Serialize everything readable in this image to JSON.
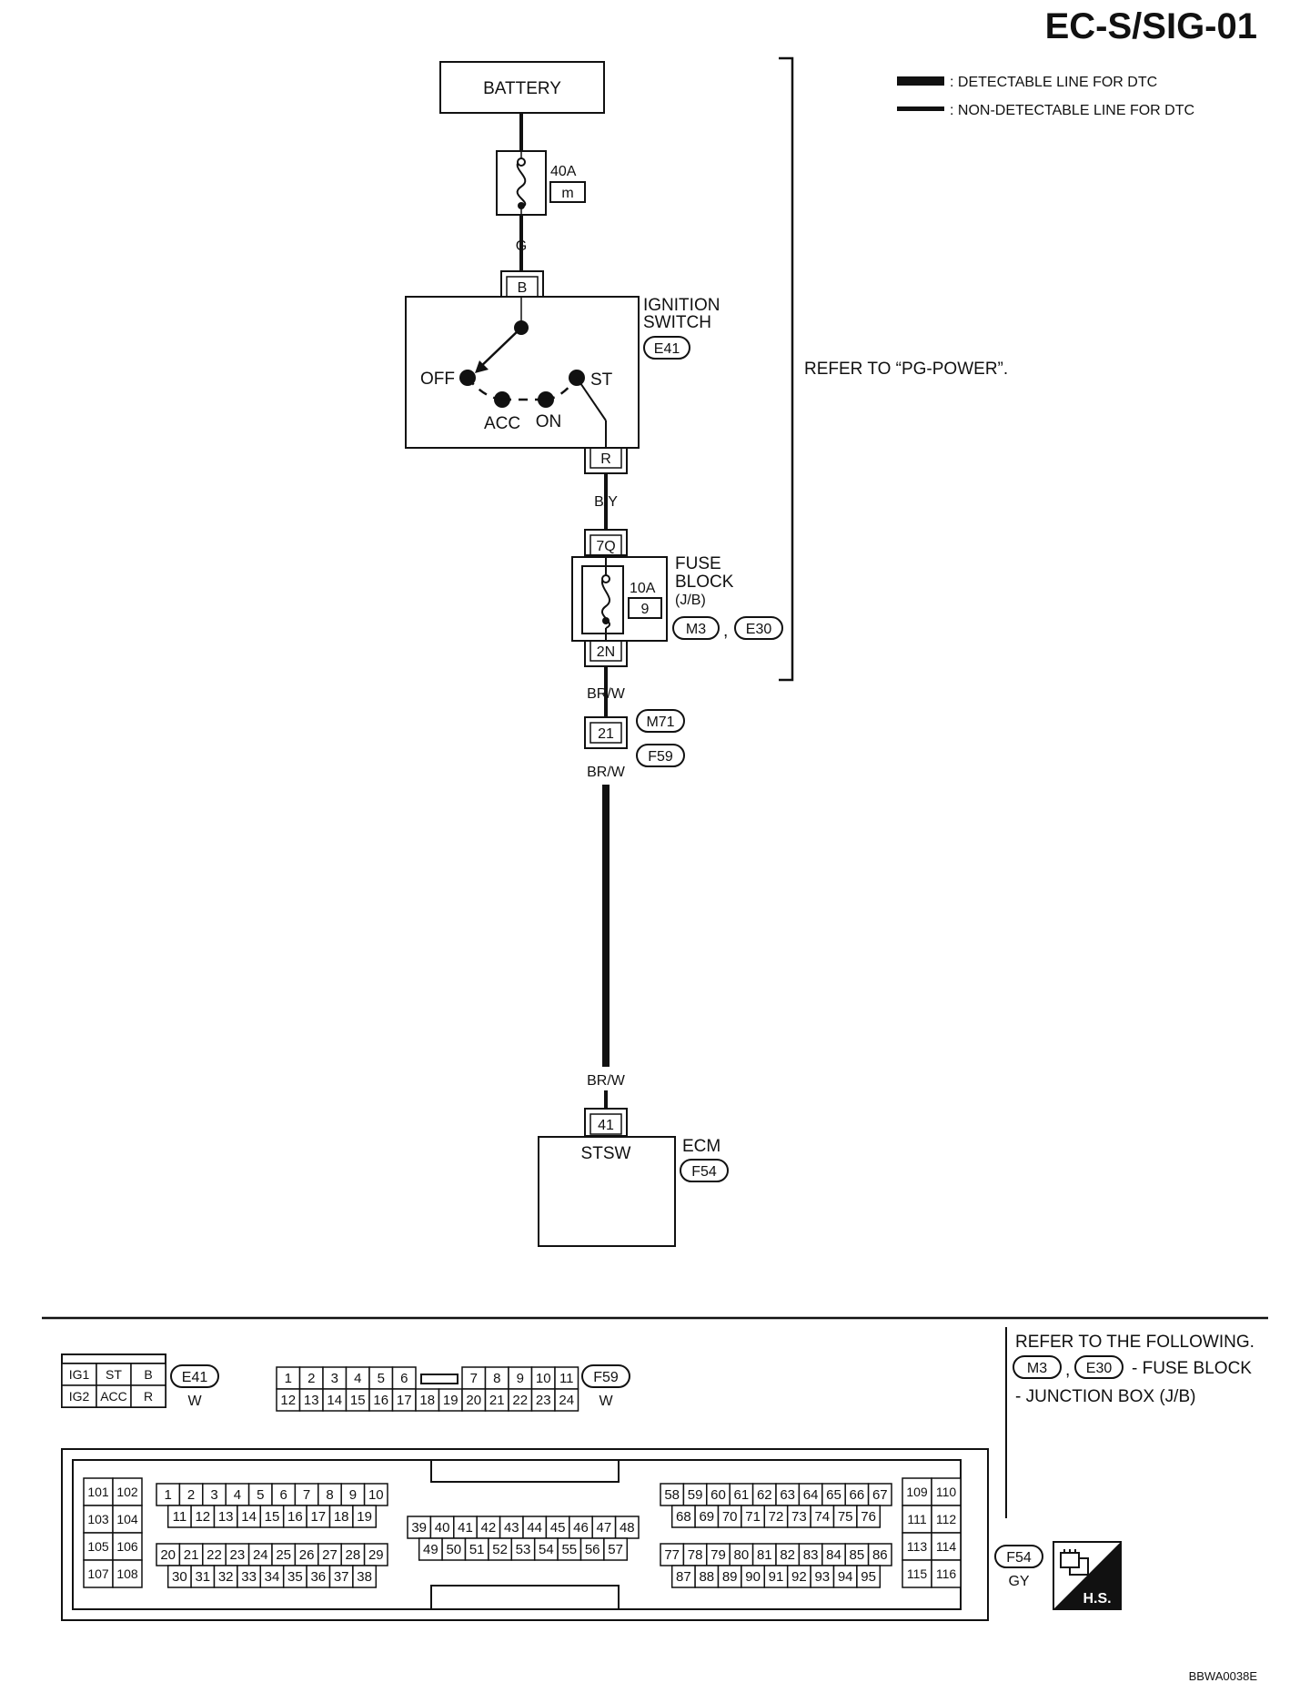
{
  "title": "EC-S/SIG-01",
  "legend": {
    "detectable": ": DETECTABLE LINE FOR DTC",
    "non_detectable": ": NON-DETECTABLE LINE FOR DTC"
  },
  "battery": {
    "label": "BATTERY"
  },
  "fuse_main": {
    "rating": "40A",
    "id": "m"
  },
  "wire_colors": {
    "g": "G",
    "by": "B/Y",
    "brw1": "BR/W",
    "brw2": "BR/W",
    "brw3": "BR/W"
  },
  "ignition": {
    "title1": "IGNITION",
    "title2": "SWITCH",
    "connector": "E41",
    "pin_b": "B",
    "pin_r": "R",
    "positions": {
      "off": "OFF",
      "acc": "ACC",
      "on": "ON",
      "st": "ST"
    }
  },
  "refer_power": "REFER TO “PG-POWER”.",
  "fuse_block": {
    "title1": "FUSE",
    "title2": "BLOCK",
    "title3": "(J/B)",
    "rating": "10A",
    "id": "9",
    "pin_top": "7Q",
    "pin_bottom": "2N",
    "conn1": "M3",
    "conn2": "E30",
    "comma": ","
  },
  "joint": {
    "pin": "21",
    "conn1": "M71",
    "conn2": "F59"
  },
  "ecm": {
    "title": "ECM",
    "conn": "F54",
    "pin": "41",
    "terminal": "STSW"
  },
  "connectors": {
    "e41": {
      "id": "E41",
      "color": "W",
      "row1": [
        "IG1",
        "ST",
        "B"
      ],
      "row2": [
        "IG2",
        "ACC",
        "R"
      ]
    },
    "f59": {
      "id": "F59",
      "color": "W",
      "row1a": [
        "1",
        "2",
        "3",
        "4",
        "5",
        "6"
      ],
      "row1b": [
        "7",
        "8",
        "9",
        "10",
        "11"
      ],
      "row2": [
        "12",
        "13",
        "14",
        "15",
        "16",
        "17",
        "18",
        "19",
        "20",
        "21",
        "22",
        "23",
        "24"
      ]
    },
    "f54": {
      "id": "F54",
      "color": "GY",
      "left_pairs": [
        [
          "101",
          "102"
        ],
        [
          "103",
          "104"
        ],
        [
          "105",
          "106"
        ],
        [
          "107",
          "108"
        ]
      ],
      "a_row1": [
        "1",
        "2",
        "3",
        "4",
        "5",
        "6",
        "7",
        "8",
        "9",
        "10"
      ],
      "a_row2": [
        "11",
        "12",
        "13",
        "14",
        "15",
        "16",
        "17",
        "18",
        "19"
      ],
      "a_row3": [
        "20",
        "21",
        "22",
        "23",
        "24",
        "25",
        "26",
        "27",
        "28",
        "29"
      ],
      "a_row4": [
        "30",
        "31",
        "32",
        "33",
        "34",
        "35",
        "36",
        "37",
        "38"
      ],
      "b_row1": [
        "39",
        "40",
        "41",
        "42",
        "43",
        "44",
        "45",
        "46",
        "47",
        "48"
      ],
      "b_row2": [
        "49",
        "50",
        "51",
        "52",
        "53",
        "54",
        "55",
        "56",
        "57"
      ],
      "c_row1": [
        "58",
        "59",
        "60",
        "61",
        "62",
        "63",
        "64",
        "65",
        "66",
        "67"
      ],
      "c_row2": [
        "68",
        "69",
        "70",
        "71",
        "72",
        "73",
        "74",
        "75",
        "76"
      ],
      "c_row3": [
        "77",
        "78",
        "79",
        "80",
        "81",
        "82",
        "83",
        "84",
        "85",
        "86"
      ],
      "c_row4": [
        "87",
        "88",
        "89",
        "90",
        "91",
        "92",
        "93",
        "94",
        "95"
      ],
      "right_pairs": [
        [
          "109",
          "110"
        ],
        [
          "111",
          "112"
        ],
        [
          "113",
          "114"
        ],
        [
          "115",
          "116"
        ]
      ]
    }
  },
  "refer_following": {
    "line1": "REFER TO THE FOLLOWING.",
    "conn1": "M3",
    "comma": ",",
    "conn2": "E30",
    "desc1": "- FUSE BLOCK",
    "desc2": "- JUNCTION BOX (J/B)"
  },
  "hs_label": "H.S.",
  "ref_code": "BBWA0038E"
}
